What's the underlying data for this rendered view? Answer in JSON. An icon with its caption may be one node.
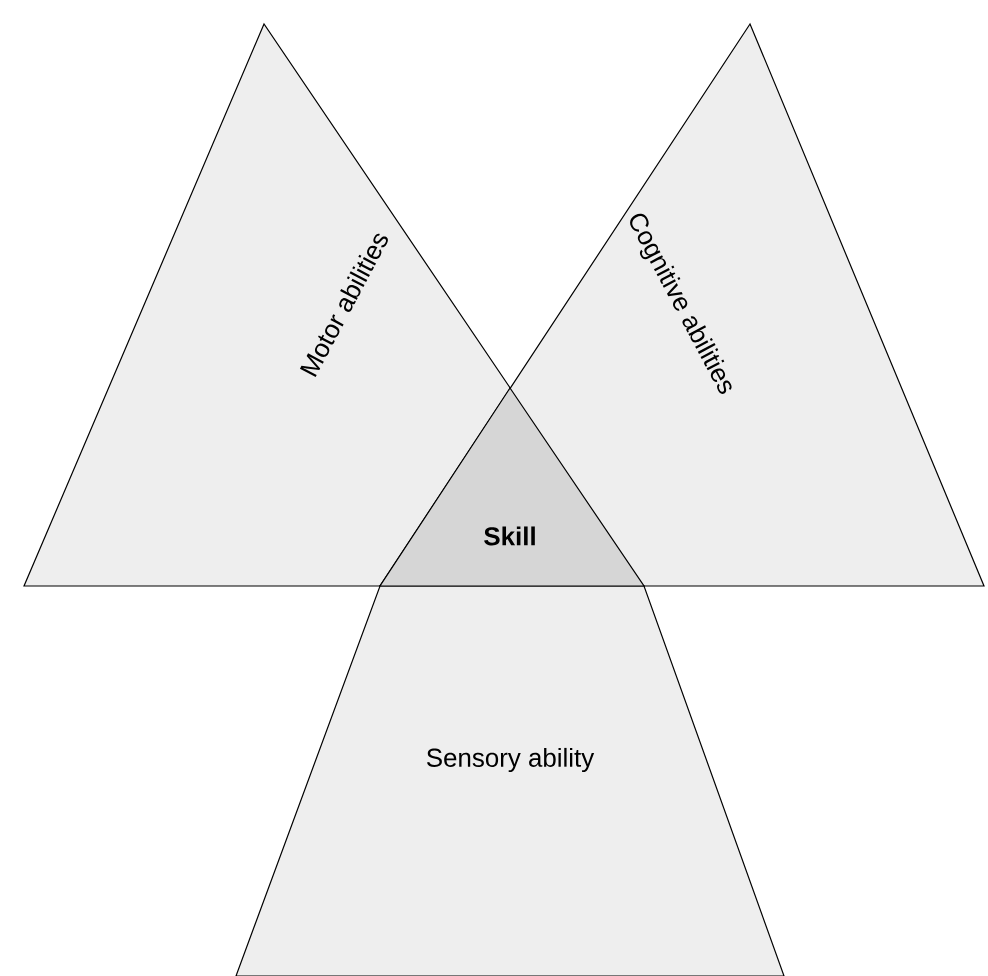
{
  "diagram": {
    "nodes": [
      {
        "text": [
          "Motor abilities"
        ]
      },
      {
        "text": [
          "Cognitive abilities"
        ]
      },
      {
        "text": [
          "Sensory ability"
        ]
      },
      {
        "text": [
          "Skill"
        ]
      }
    ]
  }
}
